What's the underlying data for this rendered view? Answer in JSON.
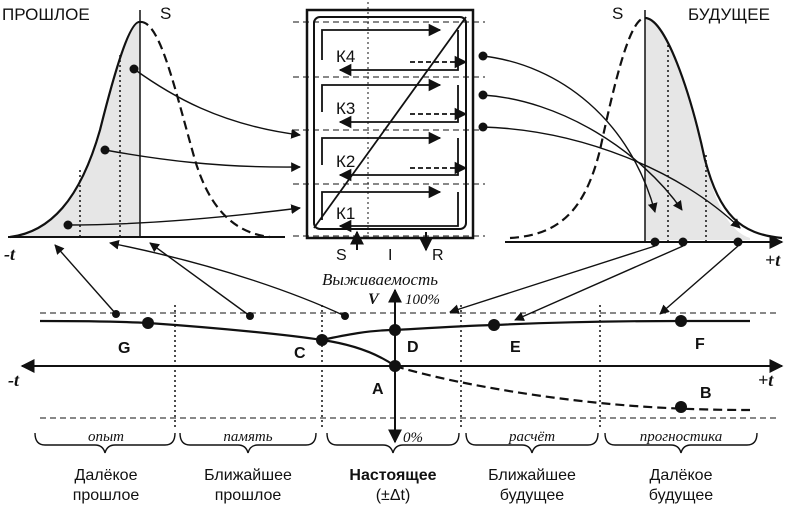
{
  "panels": {
    "past_title": "ПРОШЛОЕ",
    "future_title": "БУДУЩЕЕ",
    "s_left": "S",
    "s_right": "S",
    "minus_t_top": "-t",
    "plus_t_top": "+t"
  },
  "box": {
    "levels": [
      "К4",
      "К3",
      "К2",
      "К1"
    ],
    "bottom_labels": [
      "S",
      "I",
      "R"
    ]
  },
  "timeline": {
    "survival_title": "Выживаемость",
    "v_label": "V",
    "top_percent": "100%",
    "bottom_percent": "0%",
    "minus_t": "-t",
    "plus_t": "+t",
    "points": [
      "G",
      "C",
      "D",
      "A",
      "E",
      "F",
      "B"
    ]
  },
  "periods": [
    {
      "method": "опыт",
      "name_line1": "Далёкое",
      "name_line2": "прошлое"
    },
    {
      "method": "память",
      "name_line1": "Ближайшее",
      "name_line2": "прошлое"
    },
    {
      "method": "",
      "name_line1": "Настоящее",
      "name_line2": "(±Δt)"
    },
    {
      "method": "расчёт",
      "name_line1": "Ближайшее",
      "name_line2": "будущее"
    },
    {
      "method": "прогностика",
      "name_line1": "Далёкое",
      "name_line2": "будущее"
    }
  ]
}
